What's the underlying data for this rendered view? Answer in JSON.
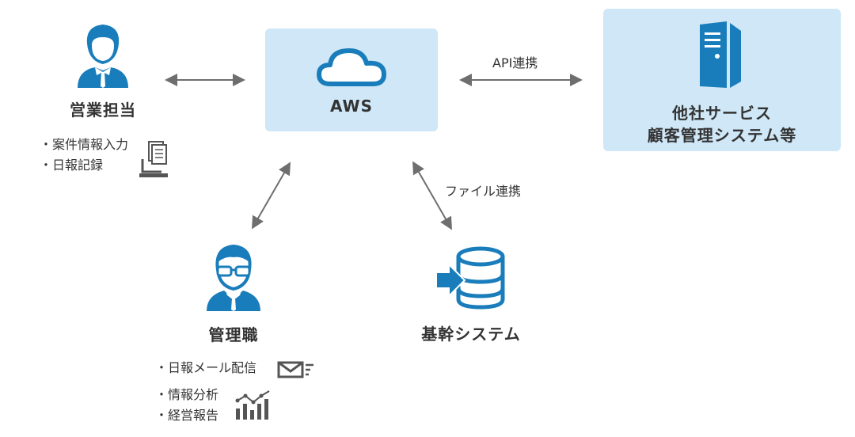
{
  "colors": {
    "accent": "#1a7dbb",
    "box_bg": "#cfe7f6",
    "arrow": "#6e6e6e",
    "text": "#333333"
  },
  "nodes": {
    "sales": {
      "title": "営業担当",
      "icon": "person-icon",
      "items": [
        "・案件情報入力",
        "・日報記録"
      ],
      "items_icon": "laptop-document-icon"
    },
    "aws": {
      "title": "AWS",
      "icon": "cloud-icon"
    },
    "other": {
      "title_line1": "他社サービス",
      "title_line2": "顧客管理システム等",
      "icon": "server-icon"
    },
    "manager": {
      "title": "管理職",
      "icon": "person-glasses-icon",
      "items": [
        {
          "label": "・日報メール配信",
          "icon": "mail-icon"
        },
        {
          "label": "・情報分析",
          "icon": "chart-icon"
        },
        {
          "label": "・経営報告",
          "icon": ""
        }
      ]
    },
    "core": {
      "title": "基幹システム",
      "icon": "database-import-icon"
    }
  },
  "connections": {
    "api_label": "API連携",
    "file_label": "ファイル連携"
  }
}
